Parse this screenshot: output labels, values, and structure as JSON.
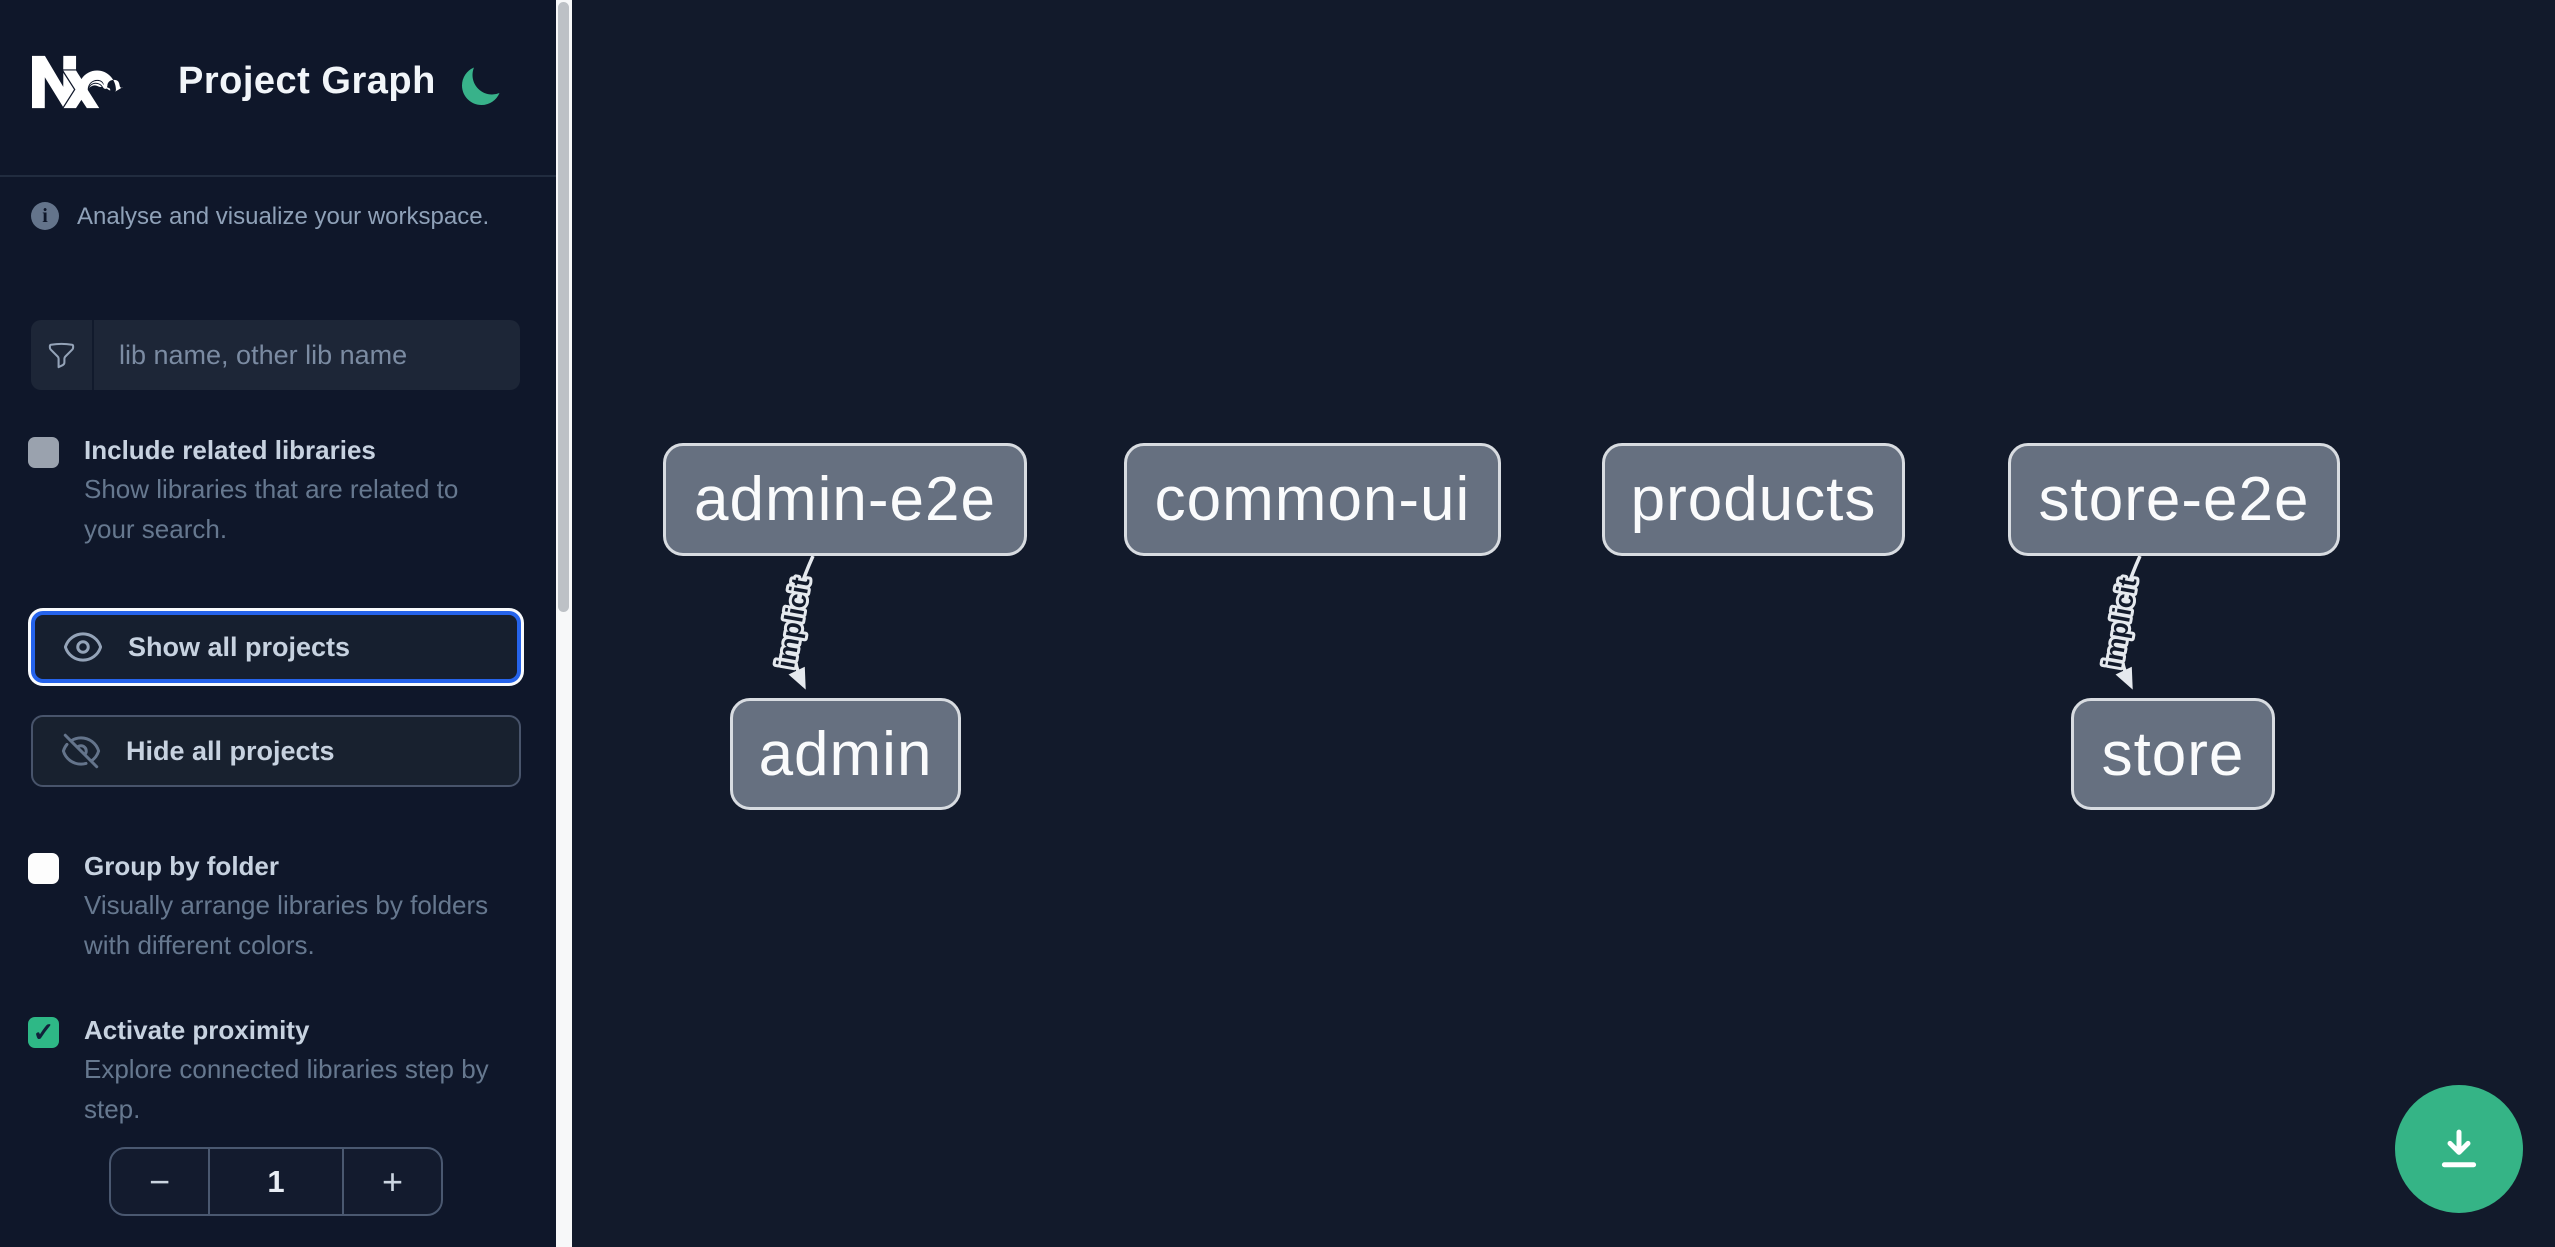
{
  "header": {
    "title": "Project Graph"
  },
  "intro": {
    "text": "Analyse and visualize your workspace."
  },
  "search": {
    "placeholder": "lib name, other lib name"
  },
  "options": {
    "include_related": {
      "label": "Include related libraries",
      "description": "Show libraries that are related to your search.",
      "checked": false
    },
    "group_by_folder": {
      "label": "Group by folder",
      "description": "Visually arrange libraries by folders with different colors.",
      "checked": false
    },
    "activate_proximity": {
      "label": "Activate proximity",
      "description": "Explore connected libraries step by step.",
      "checked": true
    }
  },
  "actions": {
    "show_all": "Show all projects",
    "hide_all": "Hide all projects"
  },
  "stepper": {
    "decrement": "−",
    "value": "1",
    "increment": "+"
  },
  "icons": {
    "check_glyph": "✓",
    "info_glyph": "i"
  },
  "graph": {
    "nodes": [
      {
        "id": "admin-e2e",
        "label": "admin-e2e"
      },
      {
        "id": "common-ui",
        "label": "common-ui"
      },
      {
        "id": "products",
        "label": "products"
      },
      {
        "id": "store-e2e",
        "label": "store-e2e"
      },
      {
        "id": "admin",
        "label": "admin"
      },
      {
        "id": "store",
        "label": "store"
      }
    ],
    "edges": [
      {
        "source": "admin-e2e",
        "target": "admin",
        "label": "implicit"
      },
      {
        "source": "store-e2e",
        "target": "store",
        "label": "implicit"
      }
    ]
  },
  "colors": {
    "sidebar_bg": "#0f172a",
    "canvas_bg": "#121a2b",
    "accent_blue": "#2563eb",
    "brand_green": "#35b486",
    "node_fill": "#667080",
    "node_border": "#d8dce1",
    "edge_stroke": "#e5e9ee"
  }
}
